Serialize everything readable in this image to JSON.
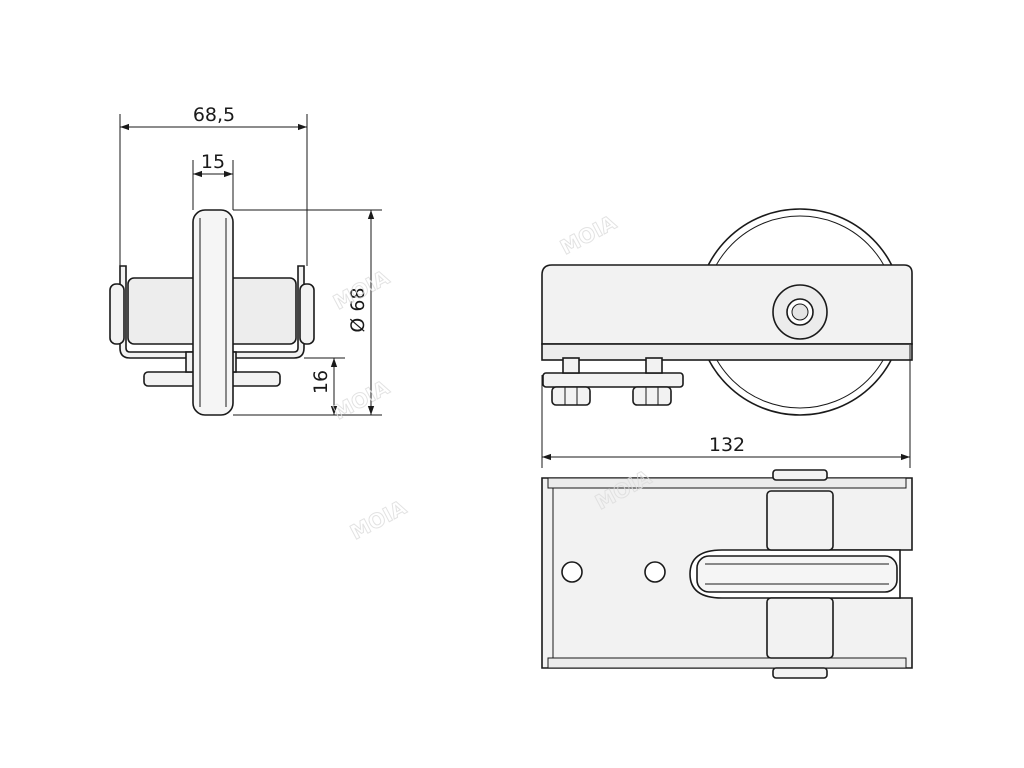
{
  "drawing": {
    "type": "technical-drawing",
    "views": [
      "side-view",
      "front-view",
      "top-view"
    ],
    "dimensions": {
      "overall_width": "68,5",
      "wheel_width": "15",
      "wheel_diameter": "Ø 68",
      "mount_height": "16",
      "overall_length": "132"
    },
    "colors": {
      "line": "#1a1a1a",
      "fill": "#f2f2f2",
      "shade": "#d9d9d9",
      "watermark": "#dcdcdc"
    }
  }
}
